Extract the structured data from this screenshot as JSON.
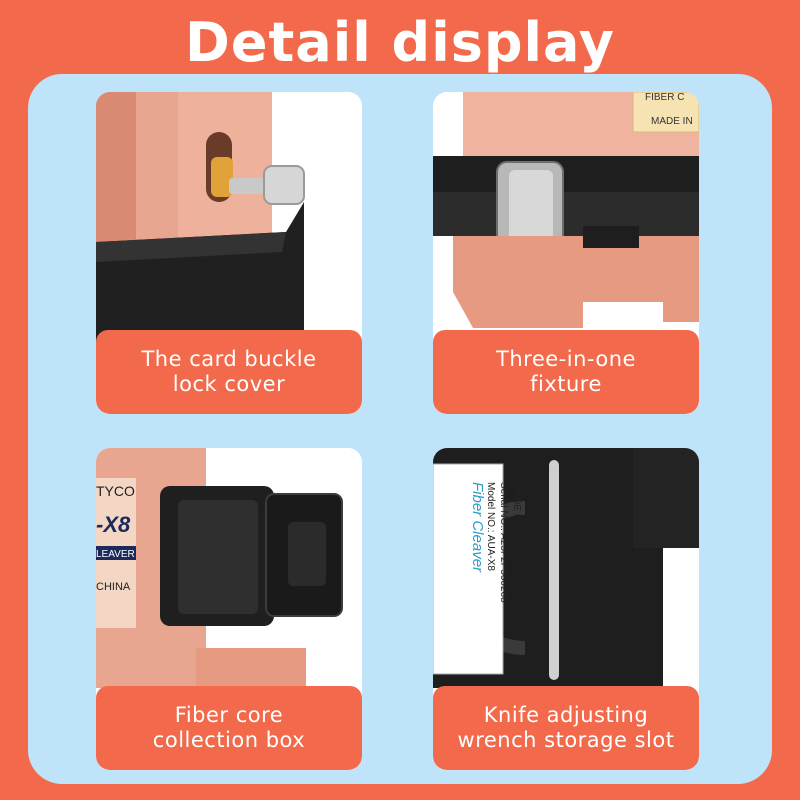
{
  "page": {
    "title": "Detail display"
  },
  "cards": [
    {
      "label": "The card buckle\nlock cover",
      "icon": "card-buckle-lock-cover-photo"
    },
    {
      "label": "Three-in-one\nfixture",
      "icon": "three-in-one-fixture-photo",
      "product_text": [
        "FIBER C",
        "MADE IN"
      ]
    },
    {
      "label": "Fiber core\ncollection box",
      "icon": "fiber-core-collection-box-photo",
      "product_text": [
        "TYCO",
        "-X8",
        "LEAVER",
        "CHINA"
      ]
    },
    {
      "label": "Knife adjusting\nwrench storage slot",
      "icon": "knife-wrench-slot-photo",
      "product_text": [
        "Fiber Cleaver",
        "Model NO.: AUA-X8",
        "Serial NO.: A23F2P300268",
        "MADE IN CHINA"
      ]
    }
  ],
  "colors": {
    "accent": "#f26a4b",
    "panel": "#bfe3f8",
    "copper": "#e79a82",
    "black": "#222222"
  }
}
